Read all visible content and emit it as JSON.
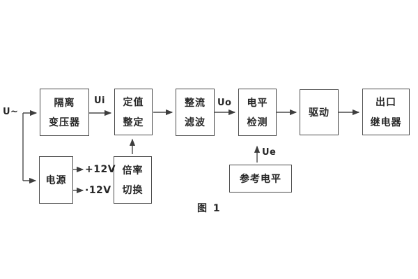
{
  "figure": {
    "caption": "图 1"
  },
  "labels": {
    "input_signal": "U~",
    "ui": "Ui",
    "uo": "Uo",
    "ue": "Ue",
    "plus_12v": "+12V",
    "minus_12v": "·12V"
  },
  "blocks": {
    "isolation_transformer": {
      "line1": "隔离",
      "line2": "变压器"
    },
    "setting_adjustment": {
      "line1": "定值",
      "line2": "整定"
    },
    "rectifier_filter": {
      "line1": "整流",
      "line2": "滤波"
    },
    "level_detection": {
      "line1": "电平",
      "line2": "检测"
    },
    "driver": {
      "line1": "驱动"
    },
    "output_relay": {
      "line1": "出口",
      "line2": "继电器"
    },
    "power_supply": {
      "line1": "电源"
    },
    "ratio_switching": {
      "line1": "倍率",
      "line2": "切换"
    },
    "reference_level": {
      "line1": "参考电平"
    }
  },
  "colors": {
    "line": "#4a4a4a",
    "text": "#262626",
    "background": "#ffffff"
  }
}
